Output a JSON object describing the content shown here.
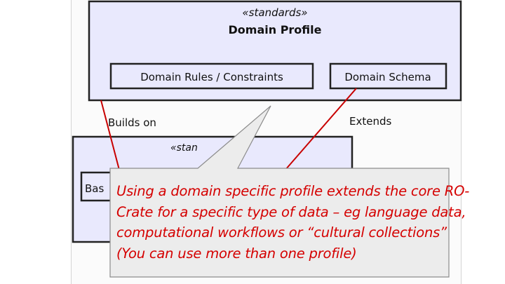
{
  "domain_profile": {
    "stereotype": "«standards»",
    "title": "Domain Profile",
    "components": [
      "Domain Rules / Constraints",
      "Domain Schema"
    ]
  },
  "base_profile": {
    "stereotype_visible": "«stan",
    "component_visible": "Bas"
  },
  "relations": {
    "builds_on": "Builds on",
    "extends": "Extends"
  },
  "callout": {
    "lines": [
      "Using a domain specific profile extends the core RO-",
      "Crate for a specific type of data – eg language data,",
      "computational workflows or “cultural collections”",
      "(You can use more than one profile)"
    ]
  },
  "colors": {
    "box_fill": "#e9e9fd",
    "connector": "#c80000",
    "callout_fill": "#ececec",
    "callout_text": "#d50000"
  }
}
